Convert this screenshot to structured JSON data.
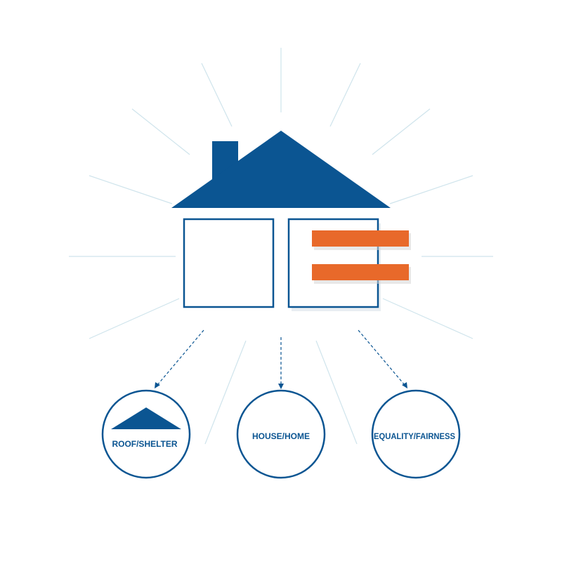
{
  "colors": {
    "primary": "#0b5592",
    "accent": "#e8692a",
    "ray": "#cfe4ec",
    "background": "#ffffff"
  },
  "house": {
    "roof_icon": "house-roof-icon",
    "chimney_icon": "chimney-icon",
    "left_panel_icon": "left-square-icon",
    "right_panel_icon": "right-square-icon",
    "equals_icon": "equals-sign-icon"
  },
  "concepts": [
    {
      "label": "ROOF/SHELTER",
      "icon": "roof-triangle-icon"
    },
    {
      "label": "HOUSE/HOME",
      "icon": ""
    },
    {
      "label": "EQUALITY/FAIRNESS",
      "icon": ""
    }
  ]
}
